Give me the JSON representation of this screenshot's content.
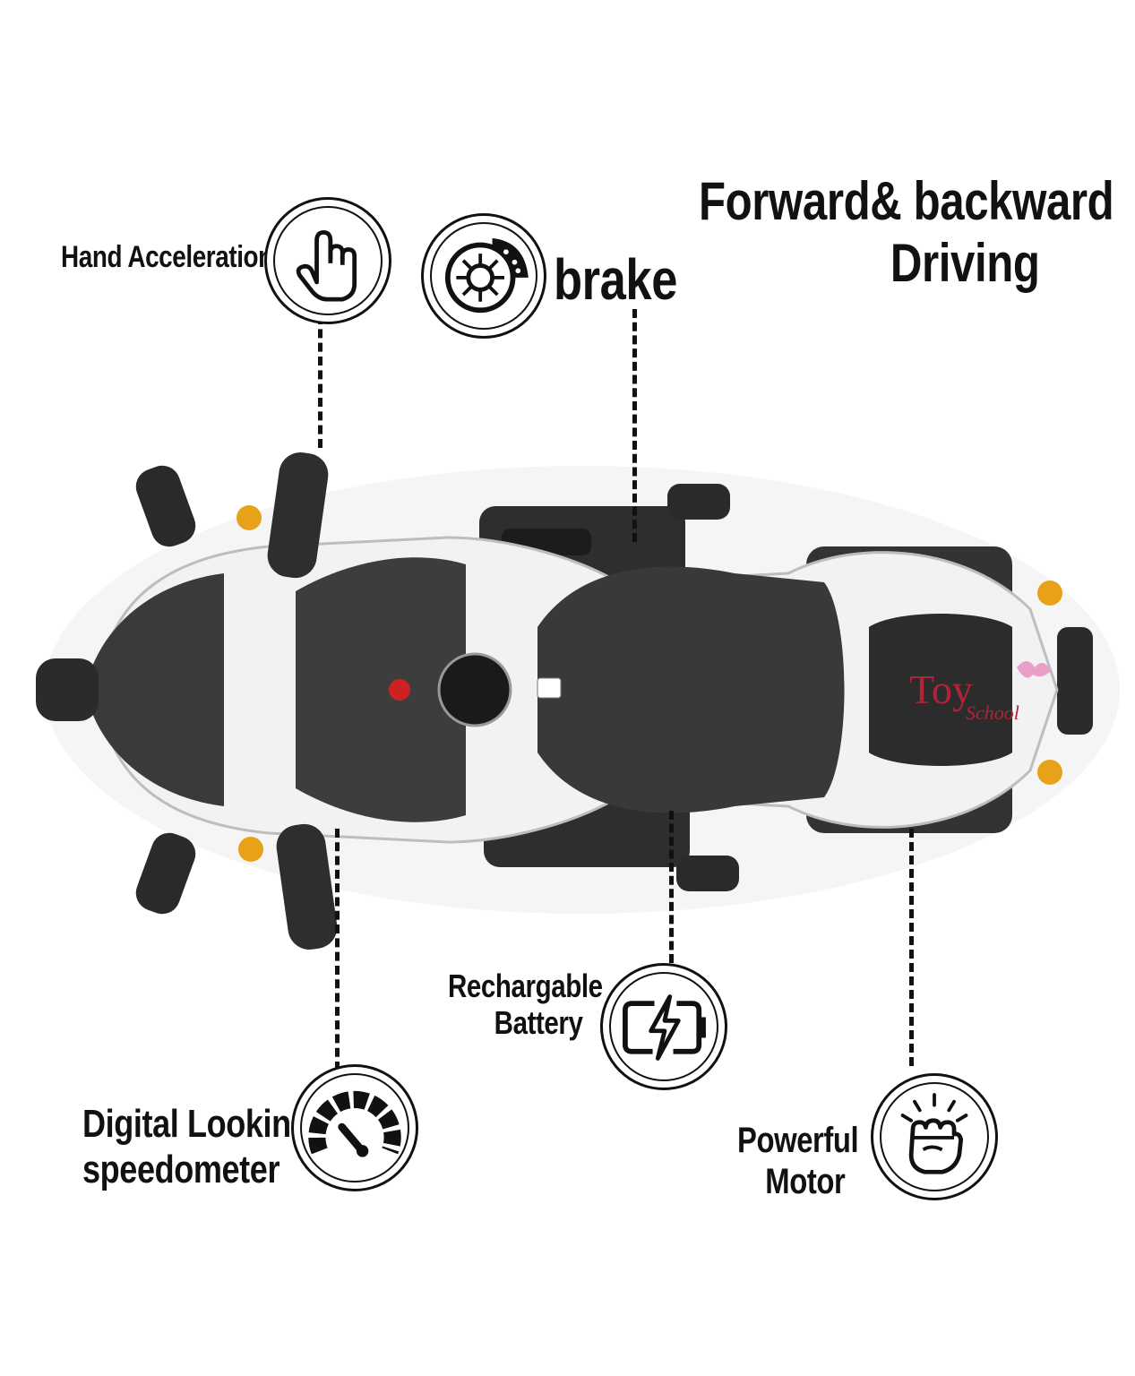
{
  "features": {
    "hand_acceleration": "Hand Acceleration",
    "brake": "brake",
    "forward_backward_line1": "Forward& backward",
    "forward_backward_line2": "Driving",
    "battery_line1": "Rechargable",
    "battery_line2": "Battery",
    "speedometer_line1": "Digital Looking",
    "speedometer_line2": "speedometer",
    "motor_line1": "Powerful",
    "motor_line2": "Motor"
  },
  "icons": {
    "hand": "pointing-hand-icon",
    "brake": "disc-brake-icon",
    "battery": "battery-charging-icon",
    "speedometer": "speedometer-icon",
    "motor": "fist-icon"
  },
  "logo": {
    "text1": "Toy",
    "text2": "School"
  },
  "colors": {
    "ink": "#111111",
    "bike_white": "#f2f2f2",
    "bike_dark": "#2a2a2a",
    "indicator_amber": "#e8a21a",
    "logo_red": "#b0243a"
  }
}
